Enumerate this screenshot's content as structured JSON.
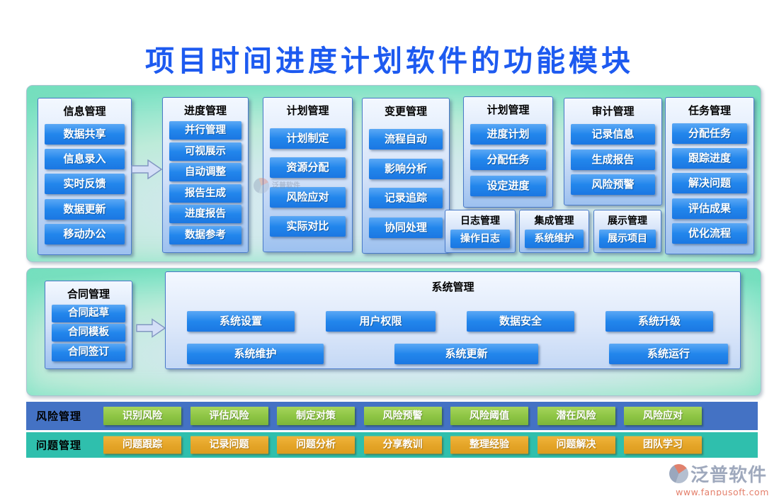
{
  "title": "项目时间进度计划软件的功能模块",
  "panel1": {
    "columns": [
      {
        "header": "信息管理",
        "items": [
          "数据共享",
          "信息录入",
          "实时反馈",
          "数据更新",
          "移动办公"
        ]
      },
      {
        "header": "进度管理",
        "items": [
          "并行管理",
          "可视展示",
          "自动调整",
          "报告生成",
          "进度报告",
          "数据参考"
        ]
      },
      {
        "header": "计划管理",
        "items": [
          "计划制定",
          "资源分配",
          "风险应对",
          "实际对比"
        ]
      },
      {
        "header": "变更管理",
        "items": [
          "流程自动",
          "影响分析",
          "记录追踪",
          "协同处理"
        ]
      },
      {
        "header": "计划管理",
        "items": [
          "进度计划",
          "分配任务",
          "设定进度"
        ]
      },
      {
        "header": "审计管理",
        "items": [
          "记录信息",
          "生成报告",
          "风险预警"
        ]
      },
      {
        "header": "任务管理",
        "items": [
          "分配任务",
          "跟踪进度",
          "解决问题",
          "评估成果",
          "优化流程"
        ]
      }
    ],
    "sub_panels": [
      {
        "header": "日志管理",
        "item": "操作日志"
      },
      {
        "header": "集成管理",
        "item": "系统维护"
      },
      {
        "header": "展示管理",
        "item": "展示项目"
      }
    ]
  },
  "panel2": {
    "contract": {
      "header": "合同管理",
      "items": [
        "合同起草",
        "合同模板",
        "合同签订"
      ]
    },
    "system": {
      "header": "系统管理",
      "row1": [
        "系统设置",
        "用户权限",
        "数据安全",
        "系统升级"
      ],
      "row2": [
        "系统维护",
        "系统更新",
        "系统运行"
      ]
    }
  },
  "risk_row": {
    "label": "风险管理",
    "items": [
      "识别风险",
      "评估风险",
      "制定对策",
      "风险预警",
      "风险阈值",
      "潜在风险",
      "风险应对"
    ]
  },
  "issue_row": {
    "label": "问题管理",
    "items": [
      "问题跟踪",
      "记录问题",
      "问题分析",
      "分享教训",
      "整理经验",
      "问题解决",
      "团队学习"
    ]
  },
  "watermark": {
    "brand": "泛普软件"
  },
  "footer": {
    "brand": "泛普软件",
    "url": "www.fanpusoft.com"
  },
  "colors": {
    "title_blue": "#1d5af0",
    "module_button_blue": "#1e7ce8",
    "panel_edge_green": "#7ddfc1",
    "risk_bar_blue": "#4472c4",
    "issue_bar_teal": "#2fbfad",
    "risk_button_green": "#8cc443",
    "issue_button_orange": "#e4a427",
    "brand_gray": "#9fa9bd",
    "url_salmon": "#e4806c"
  }
}
